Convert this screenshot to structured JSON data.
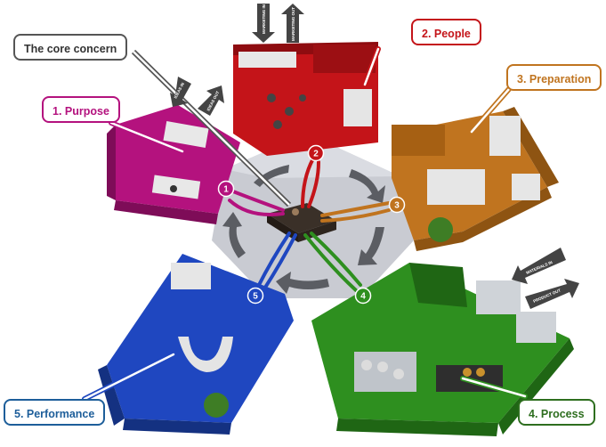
{
  "callouts": {
    "core_concern": "The core concern",
    "purpose": "1. Purpose",
    "people": "2. People",
    "preparation": "3. Preparation",
    "process": "4. Process",
    "performance": "5. Performance"
  },
  "step_numbers": [
    "1",
    "2",
    "3",
    "4",
    "5"
  ],
  "arrow_tags": {
    "marketing_in": "MARKETING IN",
    "marketing_out": "MARKETING OUT",
    "materials_in": "MATERIALS IN",
    "product_out": "PRODUCT OUT",
    "ideas_in": "IDEAS IN",
    "ideas_out": "IDEAS OUT"
  },
  "colors": {
    "purpose": "#b4127e",
    "people": "#c41419",
    "preparation": "#c0741f",
    "process": "#2e8f1f",
    "performance": "#1f47c0",
    "core": "#555555"
  },
  "icons": {
    "flow_arrow": "curved-arrow-icon",
    "tag_arrow": "thick-arrow-icon",
    "plant": "plant-icon",
    "desk": "desk-icon"
  }
}
